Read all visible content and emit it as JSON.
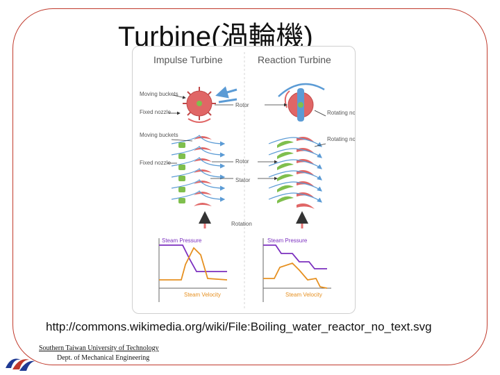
{
  "title": "Turbine(渦輪機)",
  "figure": {
    "impulse_heading": "Impulse Turbine",
    "reaction_heading": "Reaction Turbine",
    "moving_buckets": "Moving buckets",
    "fixed_nozzle": "Fixed nozzle",
    "rotor": "Rotor",
    "stator": "Stator",
    "rotating_nozzle": "Rotating nozzle",
    "rotation": "Rotation",
    "steam_pressure": "Steam Pressure",
    "steam_velocity": "Steam Velocity"
  },
  "source_url": "http://commons.wikimedia.org/wiki/File:Boiling_water_reactor_no_text.svg",
  "footer": {
    "university": "Southern Taiwan University of Technology",
    "department": "Dept. of Mechanical Engineering"
  },
  "colors": {
    "frame": "#c0392b",
    "rotor": "#e06666",
    "nozzle_green": "#7fbf4d",
    "steam_blue": "#5b9bd5",
    "pressure_purple": "#7b2fbf",
    "velocity_orange": "#e69020",
    "arrow_red": "#e57373"
  }
}
